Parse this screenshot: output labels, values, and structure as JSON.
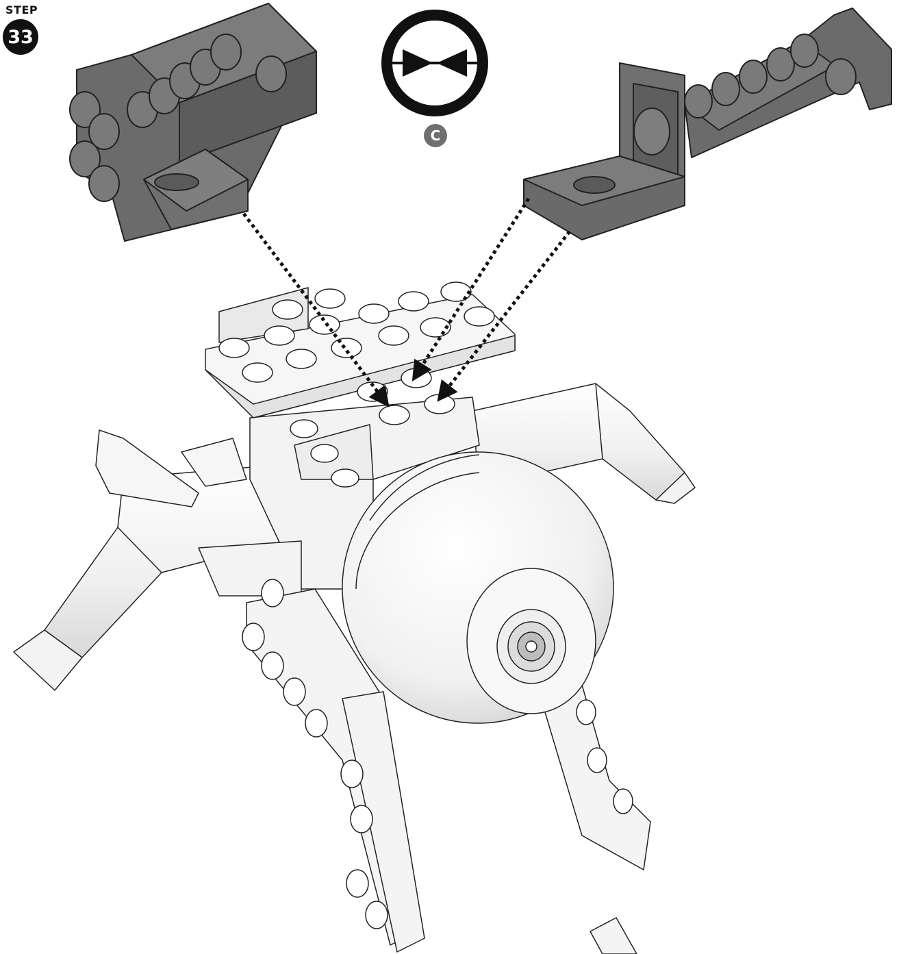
{
  "step": {
    "label": "STEP",
    "number": "33"
  },
  "callout": {
    "letter": "C",
    "icon": "rotate-symmetric-arrows-icon"
  },
  "colors": {
    "dark_part": "#6b6b6b",
    "dark_part_top": "#7c7c7c",
    "light_part": "#f4f4f4",
    "outline": "#222222",
    "ink": "#111111",
    "callout_badge": "#6f6f6f"
  }
}
